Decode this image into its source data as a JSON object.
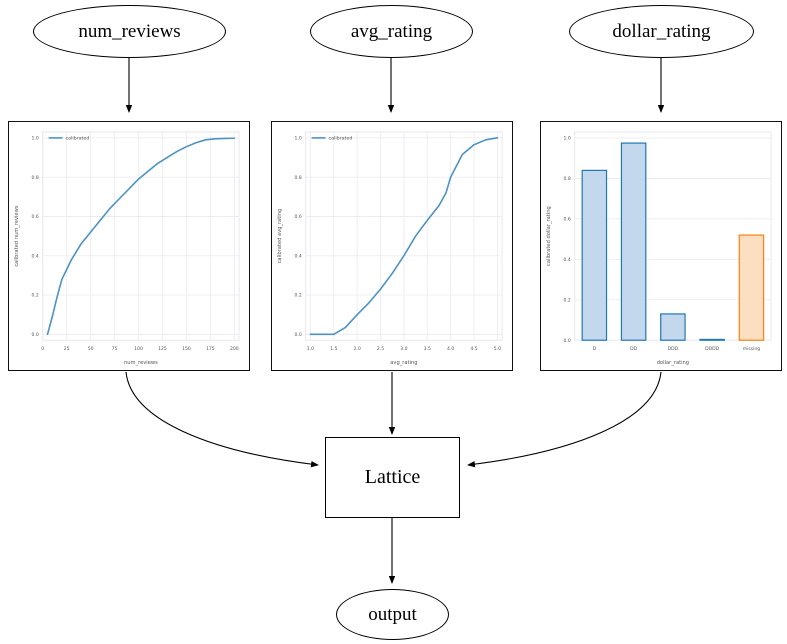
{
  "diagram": {
    "type": "graphviz-flow",
    "input_nodes": [
      {
        "id": "num_reviews",
        "label": "num_reviews"
      },
      {
        "id": "avg_rating",
        "label": "avg_rating"
      },
      {
        "id": "dollar_rating",
        "label": "dollar_rating"
      }
    ],
    "lattice_node": {
      "label": "Lattice"
    },
    "output_node": {
      "label": "output"
    },
    "edges": [
      {
        "from": "num_reviews",
        "to": "plot_num_reviews"
      },
      {
        "from": "avg_rating",
        "to": "plot_avg_rating"
      },
      {
        "from": "dollar_rating",
        "to": "plot_dollar_rating"
      },
      {
        "from": "plot_num_reviews",
        "to": "Lattice"
      },
      {
        "from": "plot_avg_rating",
        "to": "Lattice"
      },
      {
        "from": "plot_dollar_rating",
        "to": "Lattice"
      },
      {
        "from": "Lattice",
        "to": "output"
      }
    ]
  },
  "colors": {
    "line": "#4c92c3",
    "bar_fill": "#c3d7ed",
    "bar_edge": "#1f77b4",
    "bar_missing_fill": "#fcdfc0",
    "bar_missing_edge": "#ff7f0e",
    "grid": "#eaeaf2",
    "text": "#555555",
    "node_stroke": "#000000"
  },
  "chart_data": [
    {
      "id": "plot_num_reviews",
      "type": "line",
      "title": "",
      "xlabel": "num_reviews",
      "ylabel": "calibrated num_reviews",
      "legend": [
        "calibrated"
      ],
      "legend_position": "upper left",
      "grid": true,
      "xlim": [
        0,
        205
      ],
      "ylim": [
        -0.03,
        1.03
      ],
      "xticks": [
        0,
        25,
        50,
        75,
        100,
        125,
        150,
        175,
        200
      ],
      "xticklabels": [
        "0",
        "25",
        "50",
        "75",
        "100",
        "125",
        "150",
        "175",
        "200"
      ],
      "yticks": [
        0.0,
        0.2,
        0.4,
        0.6,
        0.8,
        1.0
      ],
      "yticklabels": [
        "0.0",
        "0.2",
        "0.4",
        "0.6",
        "0.8",
        "1.0"
      ],
      "series": [
        {
          "name": "calibrated",
          "x": [
            5,
            10,
            15,
            20,
            25,
            30,
            40,
            50,
            60,
            70,
            80,
            90,
            100,
            110,
            120,
            130,
            140,
            150,
            160,
            170,
            180,
            190,
            200
          ],
          "values": [
            0.0,
            0.09,
            0.19,
            0.28,
            0.33,
            0.38,
            0.46,
            0.52,
            0.58,
            0.64,
            0.69,
            0.74,
            0.79,
            0.83,
            0.87,
            0.9,
            0.93,
            0.955,
            0.975,
            0.99,
            0.995,
            0.997,
            0.998
          ]
        }
      ]
    },
    {
      "id": "plot_avg_rating",
      "type": "line",
      "title": "",
      "xlabel": "avg_rating",
      "ylabel": "calibrated avg_rating",
      "legend": [
        "calibrated"
      ],
      "legend_position": "upper left",
      "grid": true,
      "xlim": [
        0.9,
        5.1
      ],
      "ylim": [
        -0.03,
        1.03
      ],
      "xticks": [
        1.0,
        1.5,
        2.0,
        2.5,
        3.0,
        3.5,
        4.0,
        4.5,
        5.0
      ],
      "xticklabels": [
        "1.0",
        "1.5",
        "2.0",
        "2.5",
        "3.0",
        "3.5",
        "4.0",
        "4.5",
        "5.0"
      ],
      "yticks": [
        0.0,
        0.2,
        0.4,
        0.6,
        0.8,
        1.0
      ],
      "yticklabels": [
        "0.0",
        "0.2",
        "0.4",
        "0.6",
        "0.8",
        "1.0"
      ],
      "series": [
        {
          "name": "calibrated",
          "x": [
            1.0,
            1.25,
            1.5,
            1.75,
            2.0,
            2.25,
            2.5,
            2.75,
            3.0,
            3.25,
            3.5,
            3.75,
            3.9,
            4.0,
            4.25,
            4.5,
            4.75,
            5.0
          ],
          "values": [
            0.0,
            0.0,
            0.0,
            0.035,
            0.1,
            0.16,
            0.23,
            0.31,
            0.4,
            0.5,
            0.58,
            0.655,
            0.72,
            0.8,
            0.915,
            0.965,
            0.99,
            1.0
          ]
        }
      ]
    },
    {
      "id": "plot_dollar_rating",
      "type": "bar",
      "title": "",
      "xlabel": "dollar_rating",
      "ylabel": "calibrated dollar_rating",
      "grid": true,
      "ylim": [
        0.0,
        1.03
      ],
      "yticks": [
        0.0,
        0.2,
        0.4,
        0.6,
        0.8,
        1.0
      ],
      "yticklabels": [
        "0.0",
        "0.2",
        "0.4",
        "0.6",
        "0.8",
        "1.0"
      ],
      "categories": [
        "D",
        "DD",
        "DDD",
        "DDDD",
        "missing"
      ],
      "values": [
        0.84,
        0.975,
        0.13,
        0.0,
        0.52
      ],
      "bar_styles": [
        "normal",
        "normal",
        "normal",
        "normal",
        "missing"
      ]
    }
  ]
}
